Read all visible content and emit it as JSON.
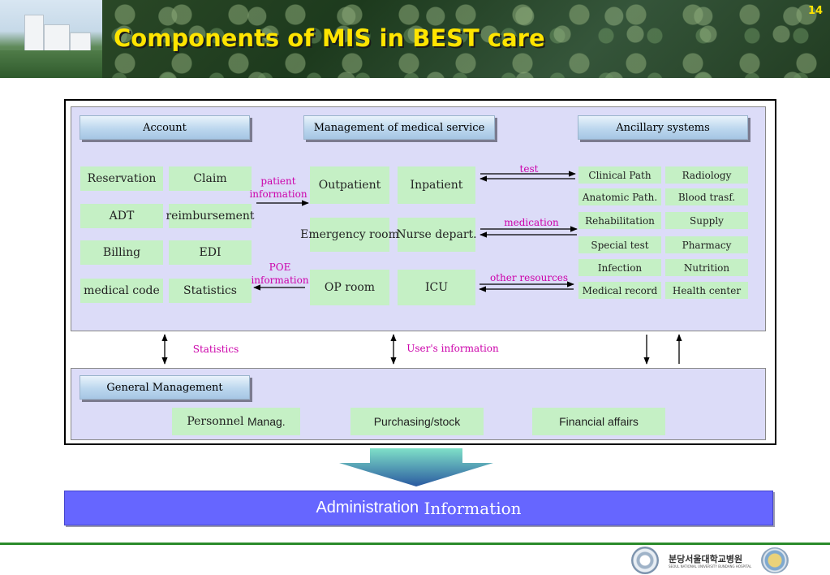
{
  "slide": {
    "title": "Components of MIS in BEST care",
    "page_number": "14"
  },
  "headers": {
    "account": "Account",
    "medical_service": "Management of medical service",
    "ancillary": "Ancillary systems",
    "general_management": "General Management"
  },
  "account_items": {
    "reservation": "Reservation",
    "claim": "Claim",
    "adt": "ADT",
    "reimbursement": "reimbursement",
    "billing": "Billing",
    "edi": "EDI",
    "medical_code": "medical code",
    "statistics": "Statistics"
  },
  "service_items": {
    "outpatient": "Outpatient",
    "inpatient": "Inpatient",
    "emergency_room": "Emergency room",
    "nurse_depart": "Nurse depart.",
    "op_room": "OP room",
    "icu": "ICU"
  },
  "ancillary_items": {
    "clinical_path": "Clinical Path",
    "radiology": "Radiology",
    "anatomic_path": "Anatomic Path.",
    "blood_trasf": "Blood trasf.",
    "rehabilitation": "Rehabilitation",
    "supply": "Supply",
    "special_test": "Special test",
    "pharmacy": "Pharmacy",
    "infection": "Infection",
    "nutrition": "Nutrition",
    "medical_record": "Medical record",
    "health_center": "Health center"
  },
  "flow_labels": {
    "patient_information_1": "patient",
    "patient_information_2": "information",
    "poe_information_1": "POE",
    "poe_information_2": "information",
    "test": "test",
    "medication": "medication",
    "other_resources": "other resources",
    "statistics": "Statistics",
    "users_information": "User's information"
  },
  "general_items": {
    "personnel_prefix": "Personnel",
    "personnel_suffix": "Manag.",
    "purchasing": "Purchasing/stock",
    "financial": "Financial affairs"
  },
  "footer": {
    "administration": "Administration",
    "information": "Information",
    "hospital_name": "분당서울대학교병원",
    "hospital_name_en": "SEOUL NATIONAL UNIVERSITY BUNDANG HOSPITAL"
  },
  "colors": {
    "title": "#ffe400",
    "item_green": "#c5f0c5",
    "panel_lavender": "#dcdcf8",
    "admin_blue": "#6666ff",
    "flow_magenta": "#cc00aa"
  }
}
